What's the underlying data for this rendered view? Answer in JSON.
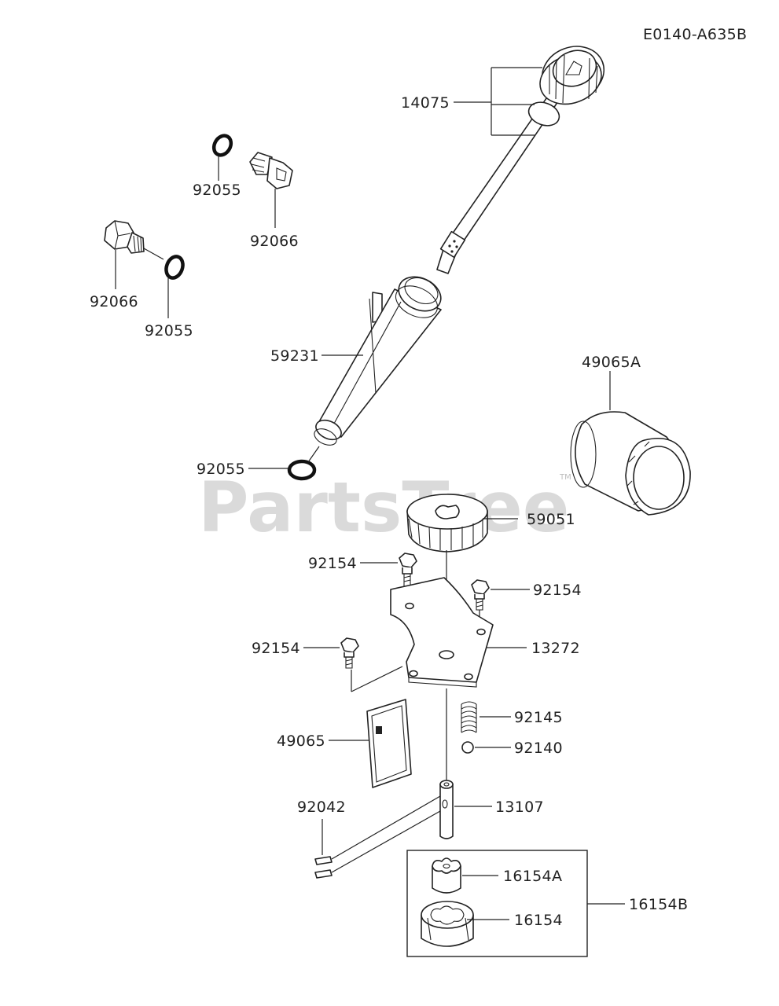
{
  "diagram_code": "E0140-A635B",
  "watermark": {
    "text": "PartsTree",
    "tm": "TM"
  },
  "labels": {
    "p14075": "14075",
    "p92055_a": "92055",
    "p92066_a": "92066",
    "p92066_b": "92066",
    "p92055_b": "92055",
    "p59231": "59231",
    "p49065A": "49065A",
    "p92055_c": "92055",
    "p59051": "59051",
    "p92154_a": "92154",
    "p92154_b": "92154",
    "p92154_c": "92154",
    "p13272": "13272",
    "p92145": "92145",
    "p49065": "49065",
    "p92140": "92140",
    "p92042": "92042",
    "p13107": "13107",
    "p16154A": "16154A",
    "p16154B": "16154B",
    "p16154": "16154"
  }
}
